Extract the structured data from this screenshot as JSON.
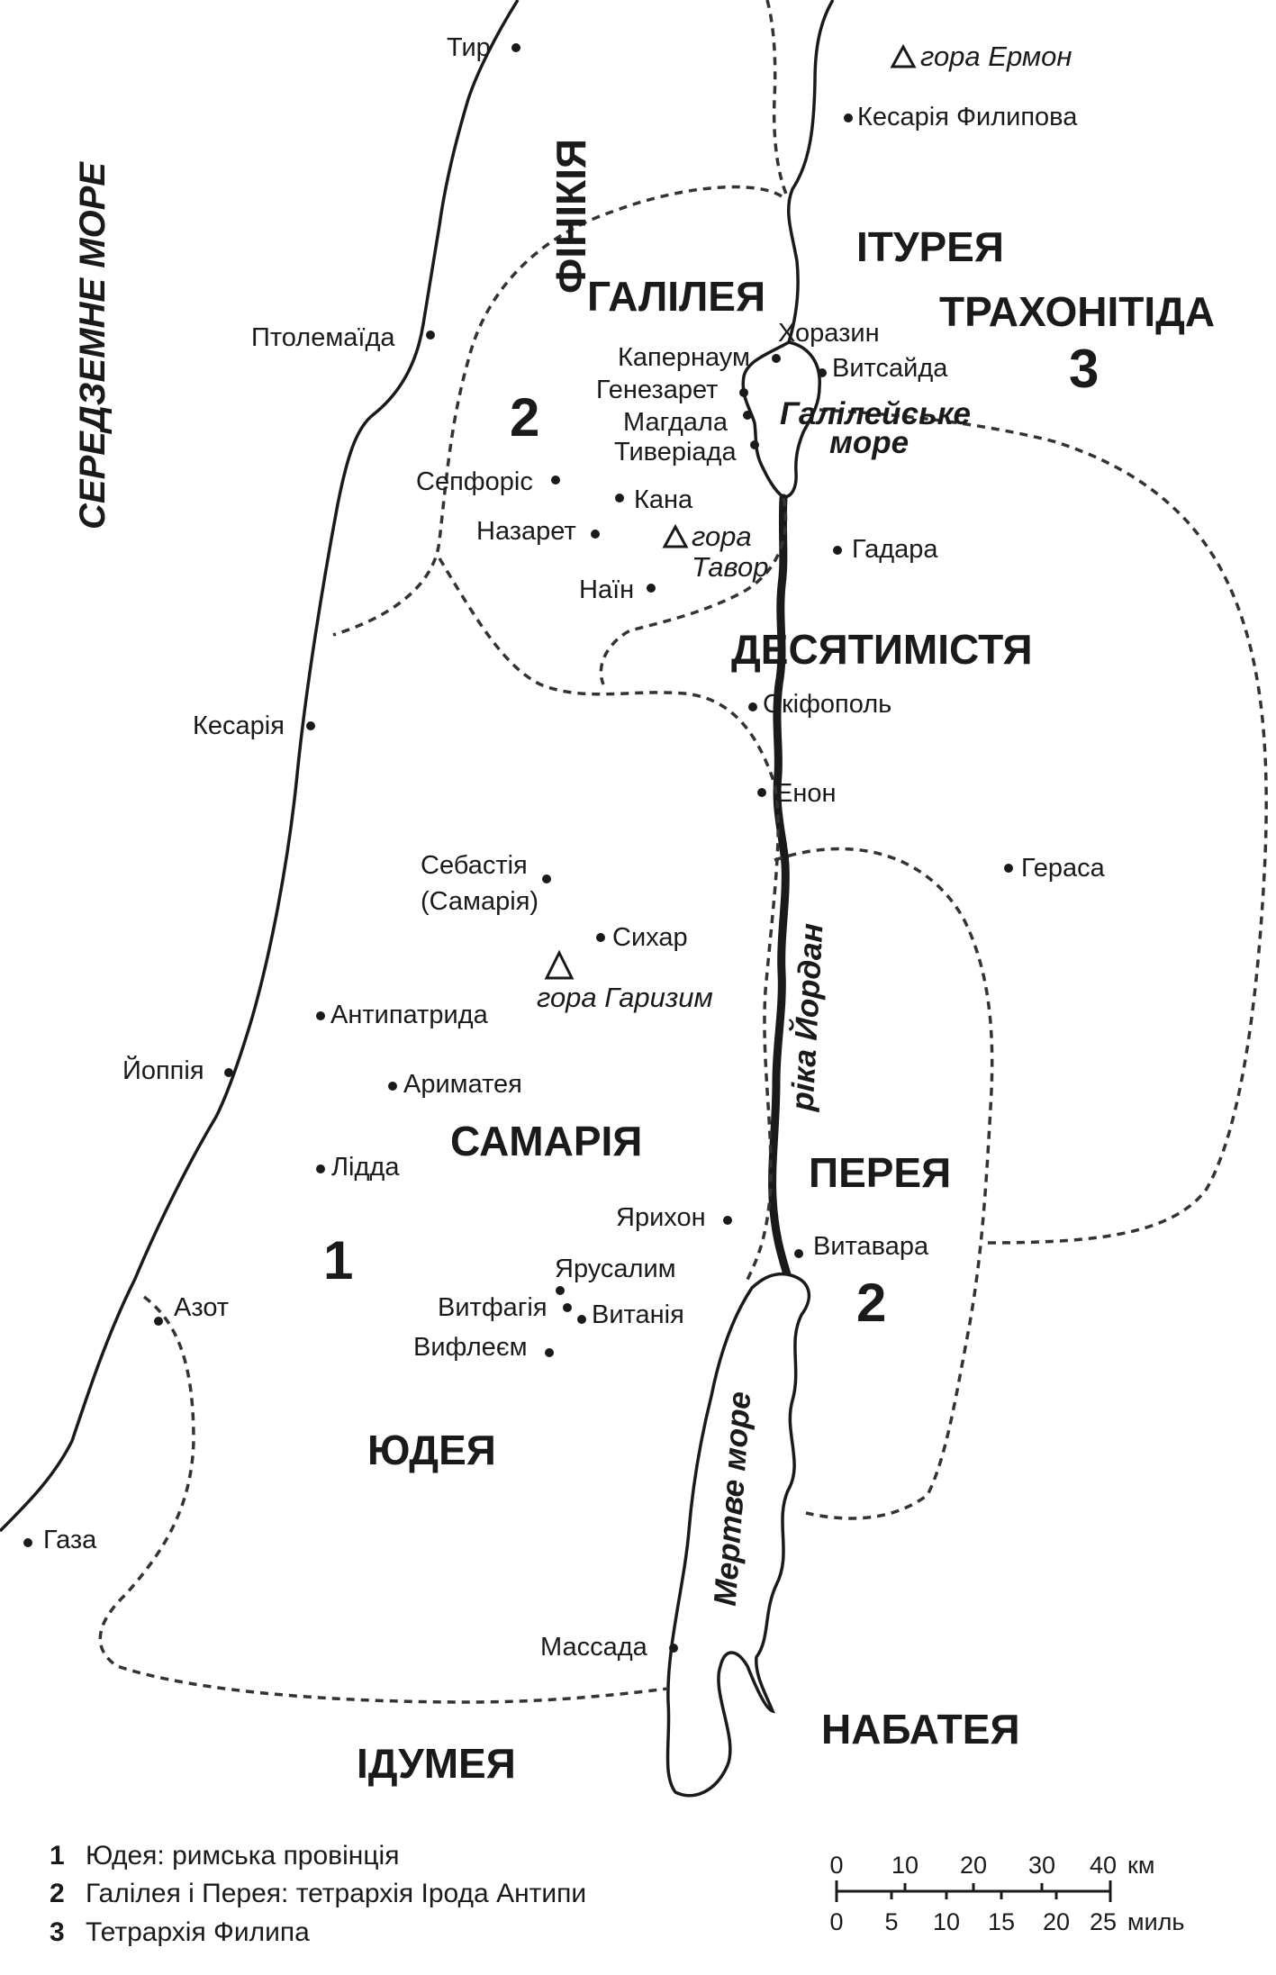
{
  "regions": {
    "phoenicia": "ФІНІКІЯ",
    "galilee": "ГАЛІЛЕЯ",
    "iturea": "ІТУРЕЯ",
    "trachonitis": "ТРАХОНІТІДА",
    "decapolis": "ДЕСЯТИМІСТЯ",
    "samaria": "САМАРІЯ",
    "perea": "ПЕРЕЯ",
    "judea": "ЮДЕЯ",
    "idumea": "ІДУМЕЯ",
    "nabatea": "НАБАТЕЯ"
  },
  "region_numbers": {
    "galilee": "2",
    "trachonitis": "3",
    "judea": "1",
    "perea": "2"
  },
  "waters": {
    "mediterranean": "СЕРЕДЗЕМНЕ МОРЕ",
    "galilee_sea_line1": "Галілейське",
    "galilee_sea_line2": "море",
    "jordan": "ріка Йордан",
    "dead_sea": "Мертве море"
  },
  "mountains": {
    "hermon": "гора Ермон",
    "tabor_line1": "гора",
    "tabor_line2": "Тавор",
    "gerizim": "гора Гаризим"
  },
  "cities": {
    "tyre": "Тир",
    "caesarea_philippi": "Кесарія Филипова",
    "ptolemais": "Птолемаїда",
    "chorazin": "Хоразин",
    "capernaum": "Капернаум",
    "bethsaida": "Витсайда",
    "gennesaret": "Генезарет",
    "magdala": "Магдала",
    "tiberias": "Тиверіада",
    "sepphoris": "Сепфоріс",
    "cana": "Кана",
    "nazareth": "Назарет",
    "gadara": "Гадара",
    "nain": "Наїн",
    "scythopolis": "Скіфополь",
    "caesarea": "Кесарія",
    "aenon": "Енон",
    "sebaste_line1": "Себастія",
    "sebaste_line2": "(Самарія)",
    "gerasa": "Гераса",
    "sychar": "Сихар",
    "antipatris": "Антипатрида",
    "joppa": "Йоппія",
    "arimathea": "Ариматея",
    "lydda": "Лідда",
    "jericho": "Ярихон",
    "jerusalem": "Ярусалим",
    "bethabara": "Витавара",
    "azotus": "Азот",
    "bethphage": "Витфагія",
    "bethany": "Витанія",
    "bethlehem": "Вифлеєм",
    "gaza": "Газа",
    "masada": "Массада"
  },
  "legend": [
    {
      "num": "1",
      "text": "Юдея: римська провінція"
    },
    {
      "num": "2",
      "text": "Галілея і Перея: тетрархія Ірода Антипи"
    },
    {
      "num": "3",
      "text": "Тетрархія Филипа"
    }
  ],
  "scale": {
    "km_ticks": [
      "0",
      "10",
      "20",
      "30",
      "40"
    ],
    "km_unit": "км",
    "mile_ticks": [
      "0",
      "5",
      "10",
      "15",
      "20",
      "25"
    ],
    "mile_unit": "миль"
  }
}
